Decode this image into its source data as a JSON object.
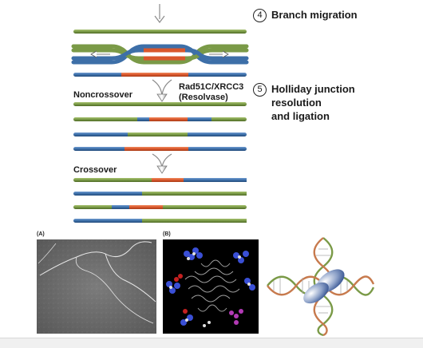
{
  "steps": [
    {
      "number": "4",
      "label": "Branch migration"
    },
    {
      "number": "5",
      "label_lines": [
        "Holliday junction",
        "resolution",
        "and ligation"
      ]
    }
  ],
  "resolvase": {
    "line1": "Rad51C/XRCC3",
    "line2": "(Resolvase)"
  },
  "outcomes": {
    "noncrossover": "Noncrossover",
    "crossover": "Crossover"
  },
  "panels": {
    "a": "(A)",
    "b": "(B)"
  },
  "colors": {
    "green": "#7a9a47",
    "blue": "#3d6fa8",
    "orange": "#d9572c",
    "arrow": "#9a9a9a"
  },
  "icons": [
    "down-arrow-icon",
    "left-arrow-icon",
    "right-arrow-icon",
    "split-arrow-icon"
  ]
}
